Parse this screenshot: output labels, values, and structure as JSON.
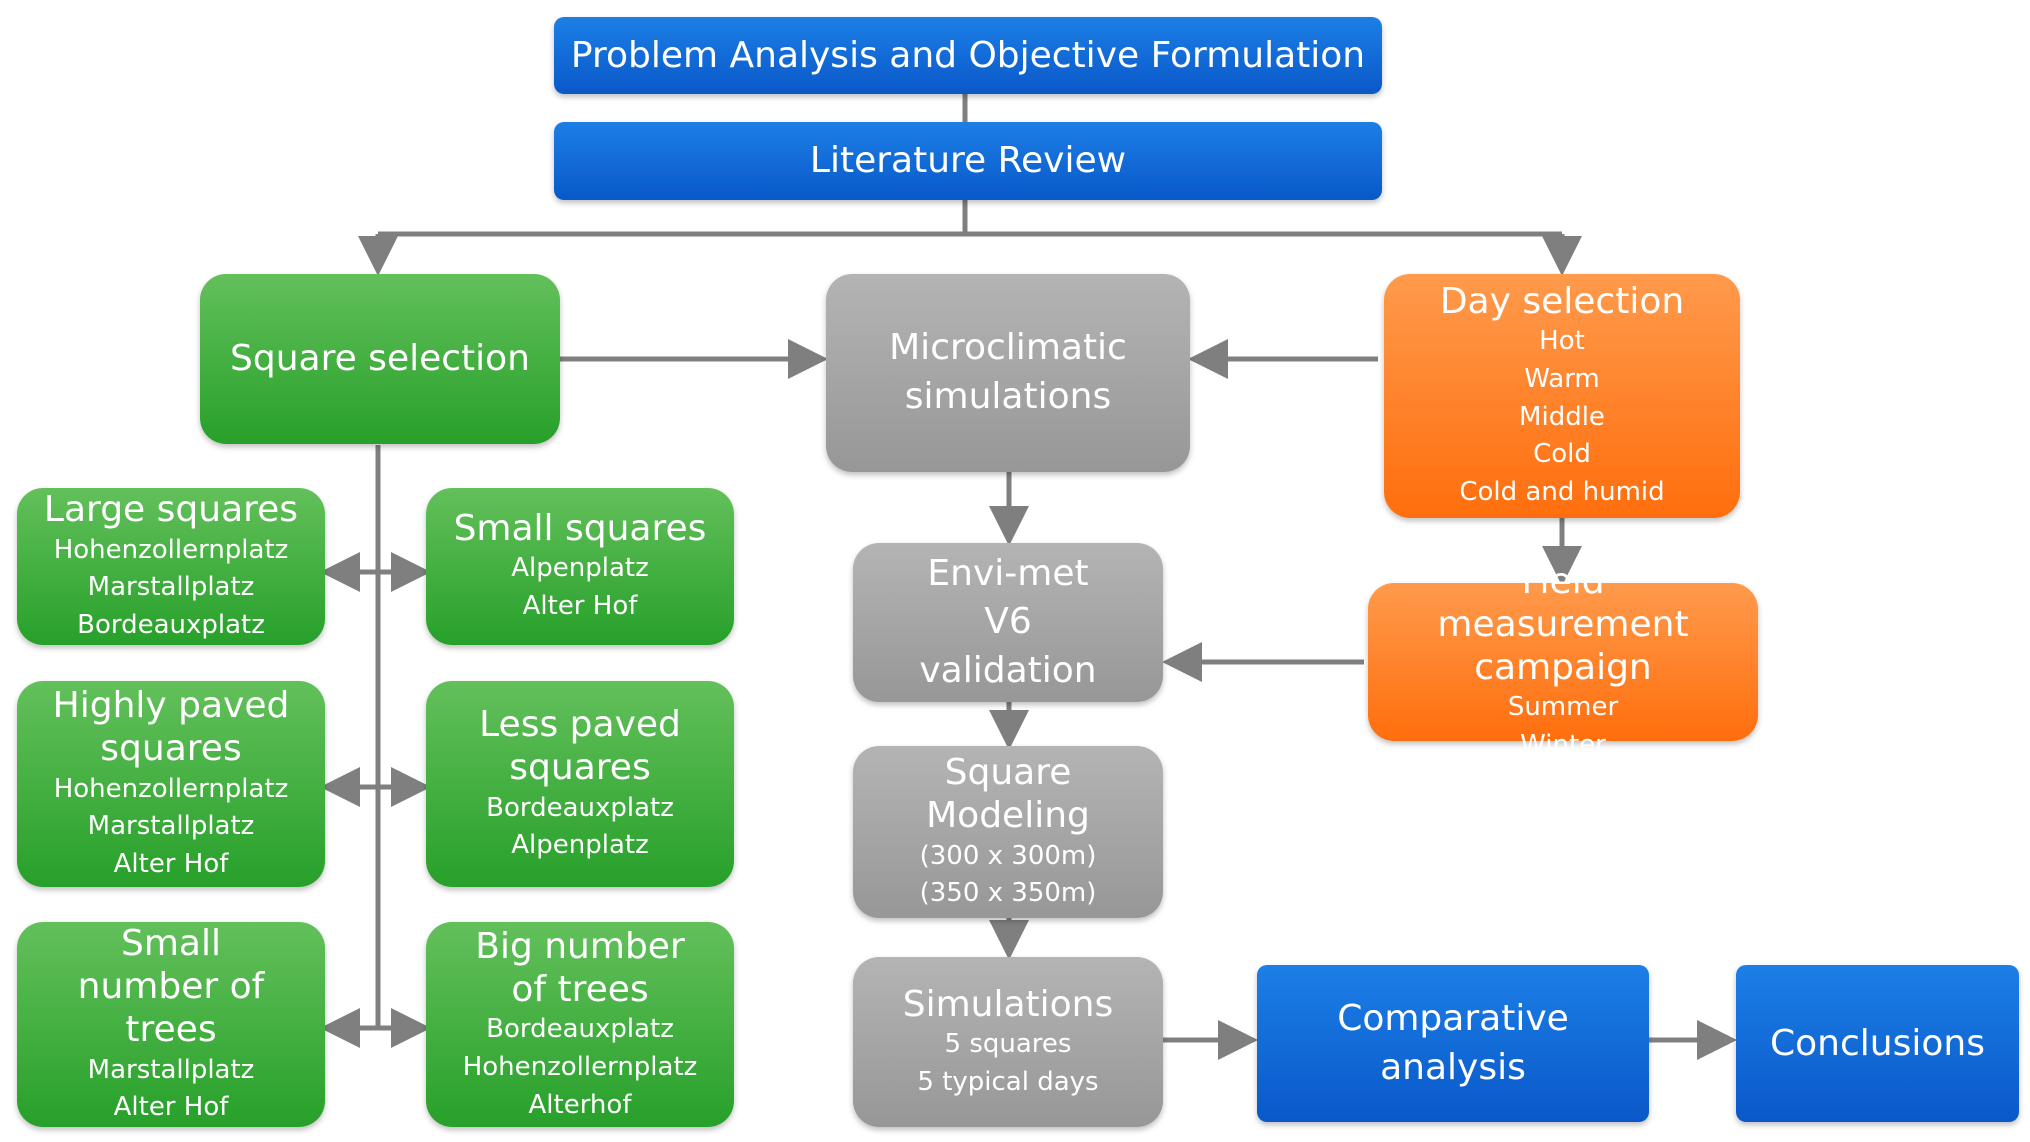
{
  "header": {
    "problem": "Problem Analysis and Objective Formulation",
    "literature": "Literature Review"
  },
  "square_selection": {
    "title": "Square selection",
    "groups": [
      {
        "title": "Large squares",
        "items": [
          "Hohenzollernplatz",
          "Marstallplatz",
          "Bordeauxplatz"
        ]
      },
      {
        "title": "Small squares",
        "items": [
          "Alpenplatz",
          "Alter Hof"
        ]
      },
      {
        "title": "Highly paved squares",
        "items": [
          "Hohenzollernplatz",
          "Marstallplatz",
          "Alter Hof"
        ]
      },
      {
        "title": "Less paved squares",
        "items": [
          "Bordeauxplatz",
          "Alpenplatz"
        ]
      },
      {
        "title": "Small number of trees",
        "items": [
          "Marstallplatz",
          "Alter Hof"
        ]
      },
      {
        "title": "Big number of trees",
        "items": [
          "Bordeauxplatz",
          "Hohenzollernplatz",
          "Alterhof"
        ]
      }
    ]
  },
  "process": {
    "microclimatic": "Microclimatic simulations",
    "validation": "Envi-met V6 validation",
    "modeling": {
      "title": "Square Modeling",
      "items": [
        "(300 x 300m)",
        "(350 x 350m)"
      ]
    },
    "simulations": {
      "title": "Simulations",
      "items": [
        "5 squares",
        "5 typical days"
      ]
    }
  },
  "day_selection": {
    "title": "Day selection",
    "items": [
      "Hot",
      "Warm",
      "Middle",
      "Cold",
      "Cold and humid"
    ]
  },
  "field_campaign": {
    "title": "Field measurement campaign",
    "items": [
      "Summer",
      "Winter"
    ]
  },
  "results": {
    "comparative": "Comparative analysis",
    "conclusions": "Conclusions"
  },
  "colors": {
    "blue": "#0a5fd0",
    "green": "#3aaa35",
    "gray": "#a6a6a6",
    "orange": "#ff7f27",
    "connector": "#7f7f7f"
  }
}
